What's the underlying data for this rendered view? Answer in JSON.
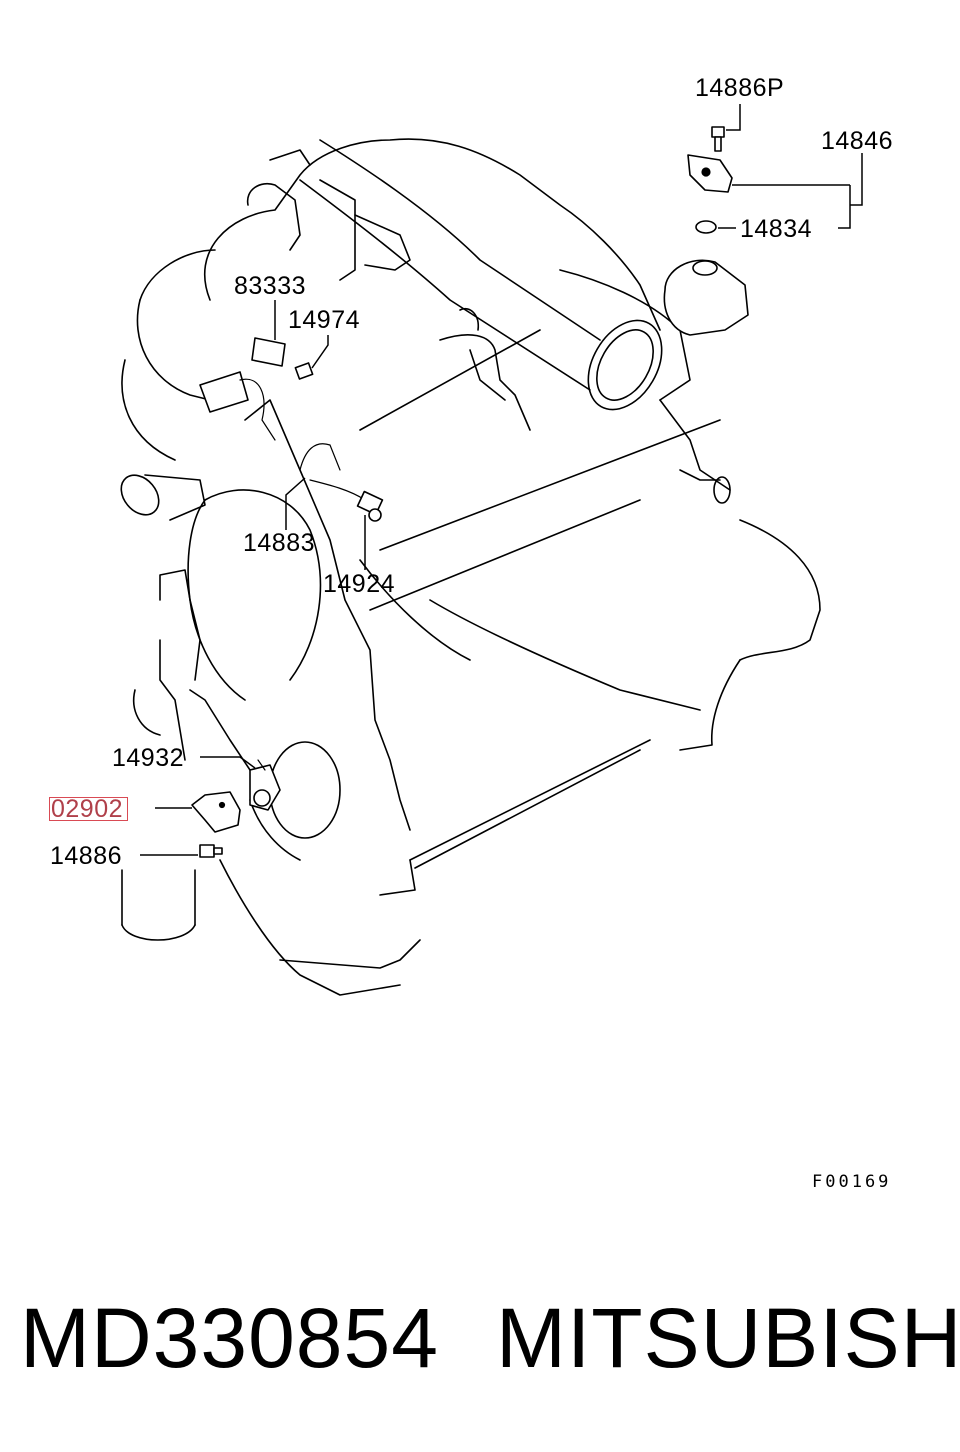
{
  "diagram": {
    "callouts": {
      "c14886p": "14886P",
      "c14846": "14846",
      "c14834": "14834",
      "c83333": "83333",
      "c14974": "14974",
      "c14883": "14883",
      "c14924": "14924",
      "c14932": "14932",
      "c02902": "02902",
      "c14886": "14886"
    },
    "figure_code": "F00169",
    "highlight_color": "#d94a54"
  },
  "caption": {
    "part_number": "MD330854",
    "brand": "MITSUBISHI"
  }
}
